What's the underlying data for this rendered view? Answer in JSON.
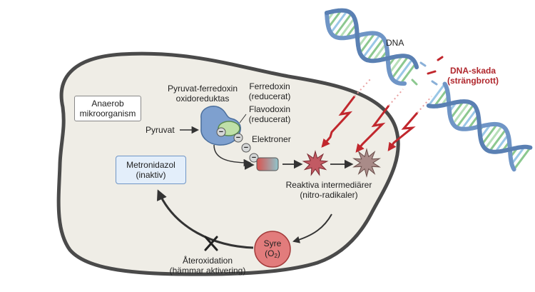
{
  "labels": {
    "organism": [
      "Anaerob",
      "mikroorganism"
    ],
    "enzyme": [
      "Pyruvat-ferredoxin",
      "oxidoreduktas"
    ],
    "pyruvate": "Pyruvat",
    "ferredoxin": [
      "Ferredoxin",
      "(reducerat)"
    ],
    "flavodoxin": [
      "Flavodoxin",
      "(reducerat)"
    ],
    "electrons": "Elektroner",
    "electron_sign": "−",
    "metronidazole": [
      "Metronidazol",
      "(inaktiv)"
    ],
    "intermediates": [
      "Reaktiva intermediärer",
      "(nitro-radikaler)"
    ],
    "oxygen": [
      "Syre",
      "(O",
      "2",
      ")"
    ],
    "reoxidation": [
      "Återoxidation",
      "(hämmar aktivering)"
    ],
    "dna": "DNA",
    "dna_damage": [
      "DNA-skada",
      "(strängbrott)"
    ]
  },
  "colors": {
    "cell_fill": "#efede6",
    "cell_stroke": "#4a4a4a",
    "enzyme_fill": "#7ea0cf",
    "ferredoxin_fill": "#bfe0a8",
    "radical_fill": "#c25a63",
    "damaged_radical_fill": "#a98b88",
    "oxygen_fill": "#e27c7c",
    "damage_red": "#c1272d",
    "dna_blue": "#6f95c6",
    "dna_green": "#8cc88f"
  }
}
